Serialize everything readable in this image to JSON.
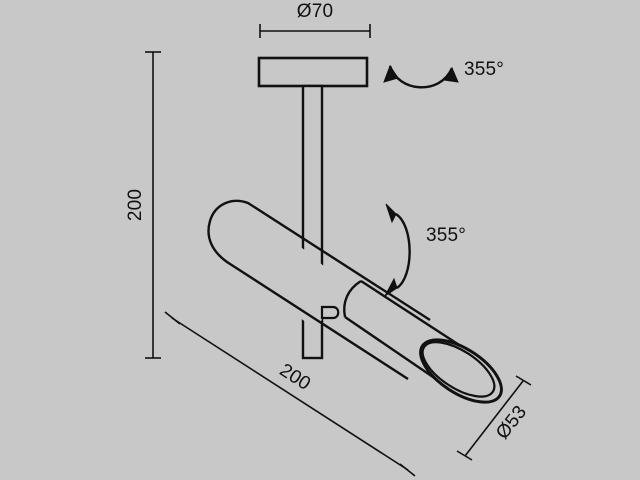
{
  "drawing": {
    "title": "Ceiling spotlight technical dimension drawing",
    "background_color": "#c8c8c8",
    "line_color": "#111111",
    "dimensions": {
      "canopy_diameter": "Ø70",
      "vertical_height": "200",
      "body_length": "200",
      "head_diameter": "Ø53"
    },
    "rotations": {
      "horizontal_swivel": "355°",
      "vertical_tilt": "355°"
    },
    "parts": {
      "canopy": "ceiling-mount-plate",
      "stem": "vertical-stem",
      "knob": "pivot-knob",
      "rear_body": "rear-cylinder-body",
      "head": "lamp-head-cylinder",
      "bezel": "head-bezel-ring"
    }
  }
}
